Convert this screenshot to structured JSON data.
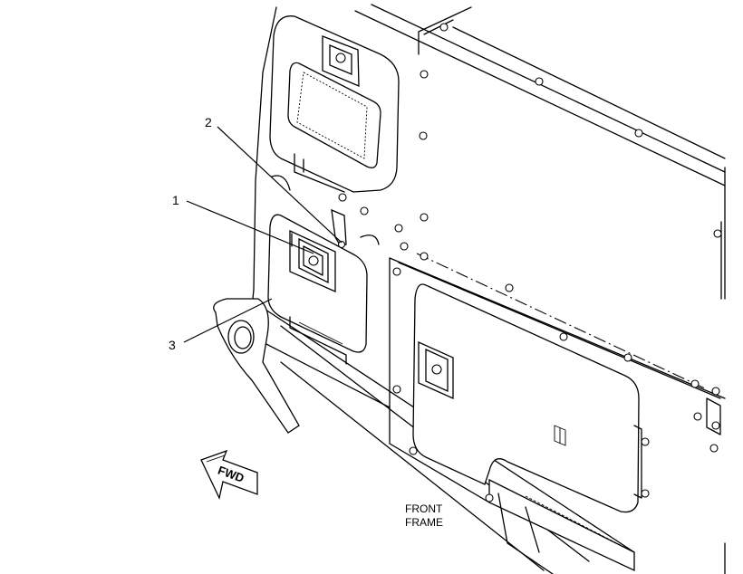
{
  "callouts": [
    {
      "id": "1",
      "label": "1"
    },
    {
      "id": "2",
      "label": "2"
    },
    {
      "id": "3",
      "label": "3"
    }
  ],
  "direction_arrow": {
    "label": "FWD"
  },
  "frame_label": {
    "line1": "FRONT",
    "line2": "FRAME"
  }
}
